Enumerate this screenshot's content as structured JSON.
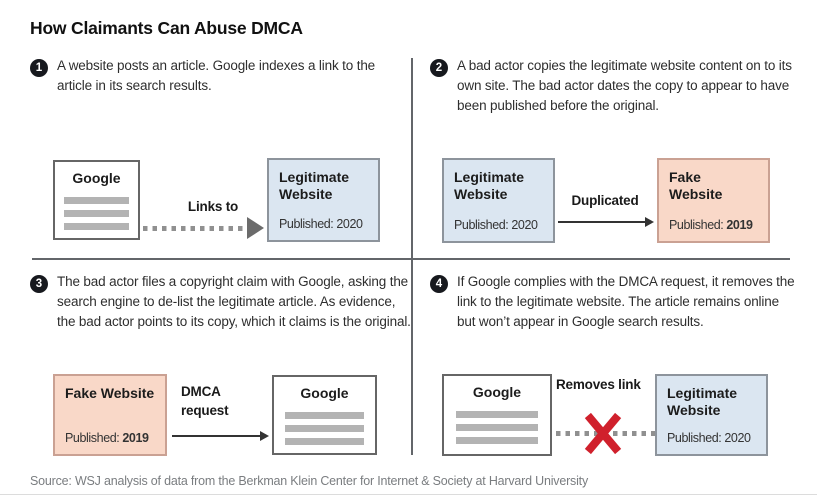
{
  "title": "How Claimants Can Abuse DMCA",
  "source": "Source: WSJ analysis of data from the Berkman Klein Center for Internet & Society at Harvard University",
  "colors": {
    "page_bg": "#ffffff",
    "title_text": "#111111",
    "body_text": "#2e2e2e",
    "divider": "#63666a",
    "badge_bg": "#17191e",
    "badge_text": "#ffffff",
    "google_box_bg": "#ffffff",
    "google_box_border": "#666666",
    "legit_box_bg": "#dbe6f1",
    "legit_box_border": "#8d949c",
    "fake_box_bg": "#f9d8c8",
    "fake_box_border": "#caa193",
    "text_bar": "#b3b3b3",
    "dash_arrow": "#909090",
    "dash_arrow_head": "#6b6b6b",
    "solid_arrow": "#333333",
    "red_x": "#d0202c",
    "source_text": "#7a7d80",
    "bottom_rule": "#dcdcdc"
  },
  "boxes": {
    "google": {
      "title": "Google"
    },
    "legit": {
      "title": "Legitimate Website",
      "published_label": "Published:",
      "published_year": "2020"
    },
    "fake": {
      "title": "Fake Website",
      "published_label": "Published:",
      "published_year": "2019"
    }
  },
  "steps": [
    {
      "number": "1",
      "text": "A website posts an article. Google indexes a link to the article in its search results.",
      "arrow_label": "Links to"
    },
    {
      "number": "2",
      "text": "A bad actor copies the legitimate website content on to its own site. The bad actor dates the copy to appear to have been published before the original.",
      "arrow_label": "Duplicated"
    },
    {
      "number": "3",
      "text": "The bad actor files a copyright claim with Google, asking the search engine to de-list the legitimate article. As evidence, the bad actor points to its copy, which it claims is the original.",
      "arrow_label": "DMCA request"
    },
    {
      "number": "4",
      "text": "If Google complies with the DMCA request, it removes the link to the legitimate website. The article remains online but won’t appear in Google search results.",
      "arrow_label": "Removes link"
    }
  ]
}
